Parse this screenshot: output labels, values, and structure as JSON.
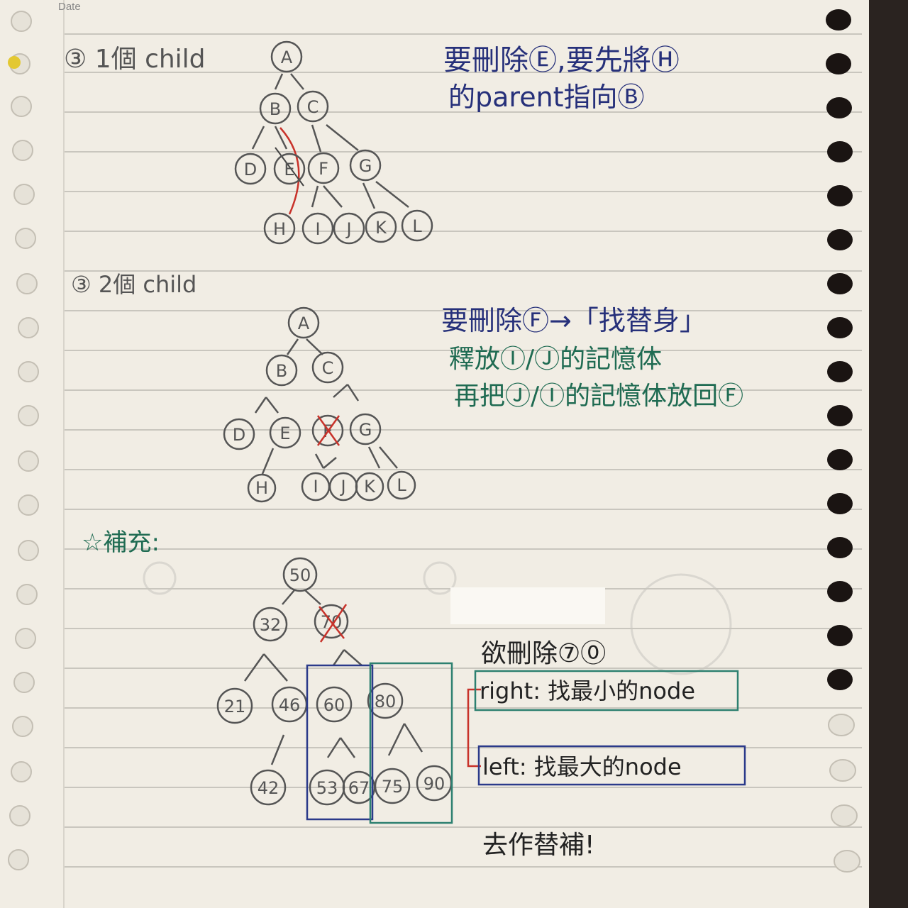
{
  "page": {
    "date_label": "Date"
  },
  "section1": {
    "heading": "③ 1個 child",
    "note_line1": "要刪除Ⓔ,要先將Ⓗ",
    "note_line2": "的parent指向Ⓑ",
    "nodes": [
      "A",
      "B",
      "C",
      "D",
      "E",
      "F",
      "G",
      "H",
      "I",
      "J",
      "K",
      "L"
    ]
  },
  "section2": {
    "heading": "③ 2個 child",
    "note_line1": "要刪除Ⓕ→「找替身」",
    "note_line2": "釋放Ⓘ/Ⓙ的記憶体",
    "note_line3": "再把Ⓙ/Ⓘ的記憶体放回Ⓕ",
    "nodes": [
      "A",
      "B",
      "C",
      "D",
      "E",
      "F",
      "G",
      "H",
      "I",
      "J",
      "K",
      "L"
    ]
  },
  "section3": {
    "heading": "☆補充:",
    "nodes": [
      "50",
      "32",
      "70",
      "21",
      "46",
      "60",
      "80",
      "42",
      "53",
      "67",
      "75",
      "90"
    ],
    "delete_label": "欲刪除⑦⓪",
    "right_rule": "right: 找最小的node",
    "left_rule": "left: 找最大的node",
    "footer": "去作替補!"
  }
}
